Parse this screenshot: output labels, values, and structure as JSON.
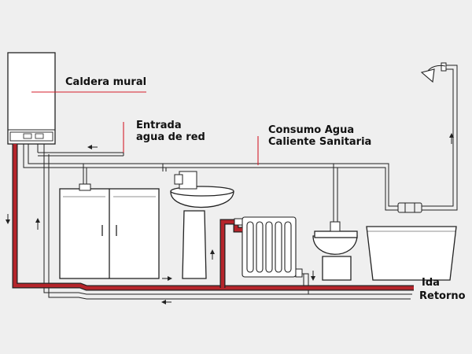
{
  "labels": {
    "boiler": "Caldera mural",
    "inlet_line1": "Entrada",
    "inlet_line2": "agua de red",
    "dhw_line1": "Consumo Agua",
    "dhw_line2": "Caliente Sanitaria",
    "flow": "Ida",
    "return": "Retorno"
  },
  "colors": {
    "flow_pipe": "#b5252b",
    "return_pipe": "#3a3a3a",
    "leader_line": "#d41f2b",
    "background": "#efefef"
  }
}
